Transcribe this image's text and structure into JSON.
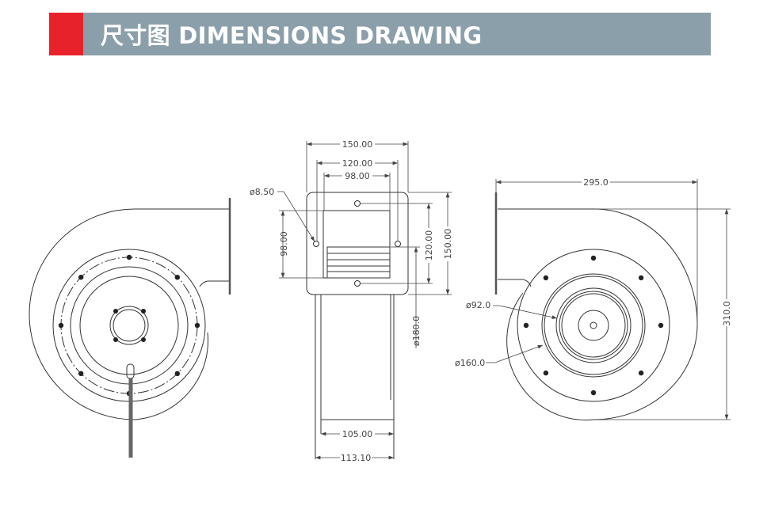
{
  "header": {
    "title": "尺寸图  DIMENSIONS DRAWING",
    "accent_color": "#e8222a",
    "bar_color": "#8a9fa9"
  },
  "front_view": {
    "width_outer": "150.00",
    "width_mid": "120.00",
    "width_inner": "98.00",
    "hole": "ø8.50",
    "height_inner": "98.00",
    "height_mid": "120.00",
    "height_outer": "150.00",
    "diameter": "ø180.0",
    "body_width": "105.00",
    "base_width": "113.10"
  },
  "side_view": {
    "width": "295.0",
    "height": "310.0",
    "inlet_diameter": "ø92.0",
    "flange_diameter": "ø160.0"
  }
}
